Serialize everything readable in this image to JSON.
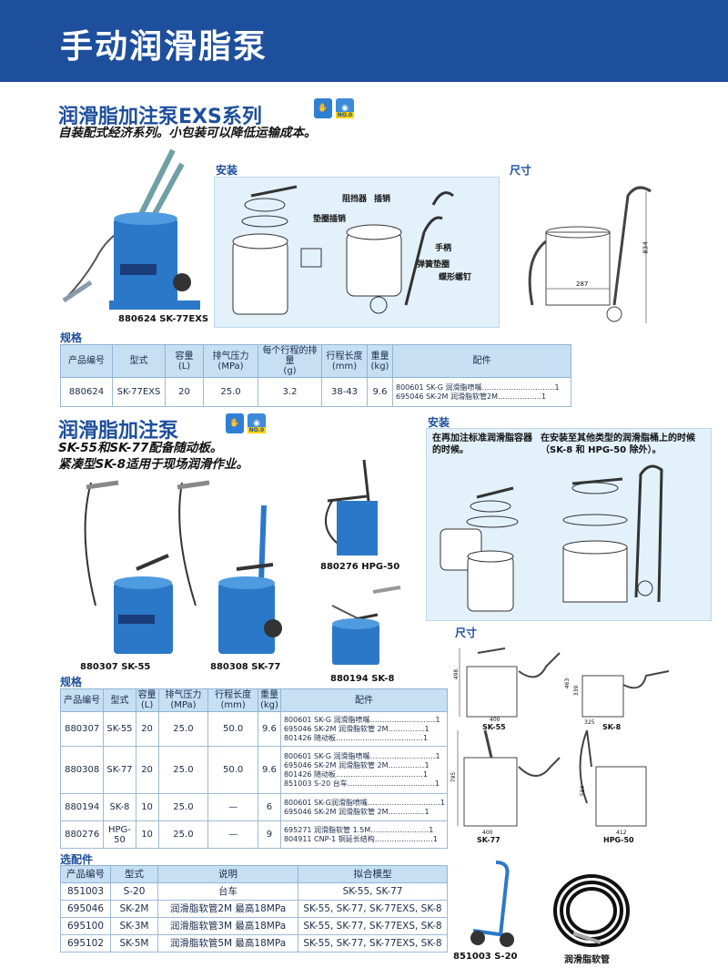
{
  "banner": {
    "title": "手动润滑脂泵"
  },
  "exs": {
    "title": "润滑脂加注泵EXS系列",
    "subtitle": "自装配式经济系列。小包装可以降低运输成本。",
    "badge": "NO.0",
    "install_label": "安装",
    "dims_label": "尺寸",
    "product_caption": "880624 SK-77EXS",
    "callouts": {
      "blocker": "阻挡器",
      "pin": "插销",
      "gasket_pin": "垫圈插销",
      "handle": "手柄",
      "spring_gasket": "弹簧垫圈",
      "wing_screw": "蝶形螺钉"
    },
    "dims": {
      "height": "834",
      "width": "287"
    },
    "spec_label": "规格",
    "table": {
      "headers": [
        "产品编号",
        "型式",
        "容量\n(L)",
        "排气压力\n(MPa)",
        "每个行程的排量\n(g)",
        "行程长度\n(mm)",
        "重量\n(kg)",
        "配件"
      ],
      "rows": [
        {
          "code": "880624",
          "model": "SK-77EXS",
          "cap": "20",
          "pres": "25.0",
          "disp": "3.2",
          "stroke": "38-43",
          "weight": "9.6",
          "acc": [
            "800601 SK-G 润滑脂喷嘴…………………………1",
            "695046 SK-2M 润滑脂软管2M………………1"
          ]
        }
      ]
    }
  },
  "std": {
    "title": "润滑脂加注泵",
    "subtitle1": "SK-55和SK-77配备随动板。",
    "subtitle2": "紧凑型SK-8适用于现场润滑作业。",
    "badge": "NO.0",
    "captions": [
      "880307 SK-55",
      "880308 SK-77",
      "880276 HPG-50",
      "880194 SK-8"
    ],
    "install_label": "安装",
    "install_note1": "在再加注标准润滑脂容器的时候。",
    "install_note2": "在安装至其他类型的润滑脂桶上的时候（SK-8 和 HPG-50 除外）。",
    "dims_label": "尺寸",
    "dims": {
      "sk55": {
        "name": "SK-55",
        "h": "498",
        "w": "400"
      },
      "sk8": {
        "name": "SK-8",
        "h1": "463",
        "h2": "339",
        "w": "325"
      },
      "sk77": {
        "name": "SK-77",
        "h": "795",
        "w": "400"
      },
      "hpg50": {
        "name": "HPG-50",
        "h": "584",
        "w": "412"
      }
    },
    "spec_label": "规格",
    "table": {
      "headers": [
        "产品编号",
        "型式",
        "容量\n(L)",
        "排气压力\n(MPa)",
        "行程长度\n(mm)",
        "重量\n(kg)",
        "配件"
      ],
      "rows": [
        {
          "code": "880307",
          "model": "SK-55",
          "cap": "20",
          "pres": "25.0",
          "stroke": "50.0",
          "weight": "9.6",
          "acc": [
            "800601 SK-G 润滑脂喷嘴………………………1",
            "695046 SK-2M 润滑脂软管 2M……………1",
            "801426 随动板………………………………1"
          ]
        },
        {
          "code": "880308",
          "model": "SK-77",
          "cap": "20",
          "pres": "25.0",
          "stroke": "50.0",
          "weight": "9.6",
          "acc": [
            "800601 SK-G 润滑脂喷嘴………………………1",
            "695046 SK-2M 润滑脂软管 2M……………1",
            "801426 随动板………………………………1",
            "851003 S-20 台车………………………………1"
          ]
        },
        {
          "code": "880194",
          "model": "SK-8",
          "cap": "10",
          "pres": "25.0",
          "stroke": "—",
          "weight": "6",
          "acc": [
            "800601 SK-G润滑脂喷嘴…………………………1",
            "695046 SK-2M 润滑脂软管 2M……………1"
          ]
        },
        {
          "code": "880276",
          "model": "HPG-50",
          "cap": "10",
          "pres": "25.0",
          "stroke": "—",
          "weight": "9",
          "acc": [
            "695271 润滑脂软管 1.5M……………………1",
            "804911 CNP-1 铜延长结构……………………1"
          ]
        }
      ]
    }
  },
  "options": {
    "label": "选配件",
    "headers": [
      "产品编号",
      "型式",
      "说明",
      "拟合模型"
    ],
    "rows": [
      {
        "code": "851003",
        "model": "S-20",
        "desc": "台车",
        "fit": "SK-55, SK-77"
      },
      {
        "code": "695046",
        "model": "SK-2M",
        "desc": "润滑脂软管2M 最高18MPa",
        "fit": "SK-55, SK-77, SK-77EXS, SK-8"
      },
      {
        "code": "695100",
        "model": "SK-3M",
        "desc": "润滑脂软管3M 最高18MPa",
        "fit": "SK-55, SK-77, SK-77EXS, SK-8"
      },
      {
        "code": "695102",
        "model": "SK-5M",
        "desc": "润滑脂软管5M 最高18MPa",
        "fit": "SK-55, SK-77, SK-77EXS, SK-8"
      }
    ],
    "cart_caption": "851003 S-20",
    "hose_caption": "润滑脂软管"
  }
}
